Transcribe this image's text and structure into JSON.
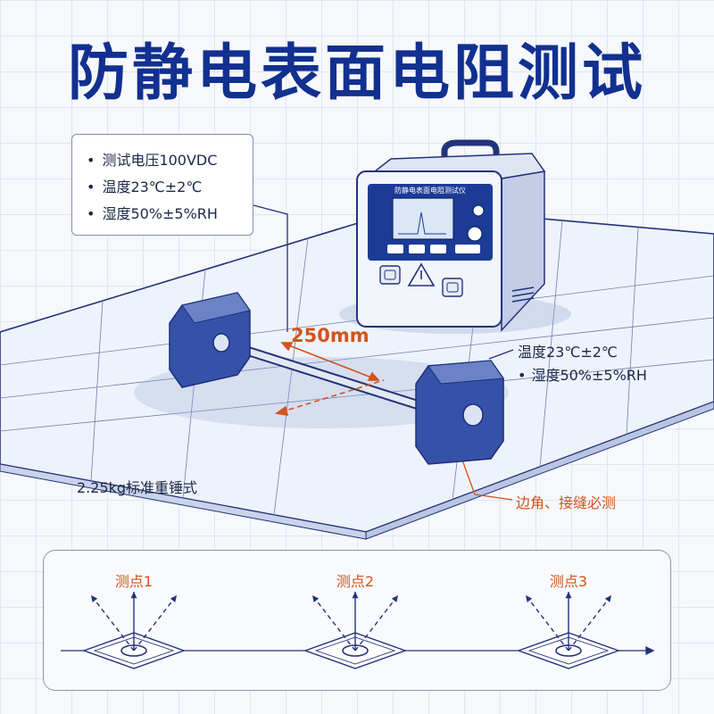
{
  "title": "防静电表面电阻测试",
  "spec_box": {
    "items": [
      "测试电压100VDC",
      "温度23℃±2℃",
      "湿度50%±5%RH"
    ]
  },
  "conditions": {
    "temperature": "温度23℃±2℃",
    "humidity": "湿度50%±5%RH"
  },
  "meter": {
    "panel_label": "防静电表面电阻测试仪",
    "buttons": [
      "",
      "",
      "",
      ""
    ]
  },
  "electrode": {
    "spacing_label": "250mm",
    "weight_label": "2.25kg标准重锤式"
  },
  "edge_note": "边角、接缝必测",
  "test_points": [
    {
      "label": "测点1"
    },
    {
      "label": "测点2"
    },
    {
      "label": "测点3"
    }
  ],
  "colors": {
    "primary": "#12308f",
    "accent": "#d3541c",
    "ink": "#1d2848",
    "line": "#22337a"
  }
}
